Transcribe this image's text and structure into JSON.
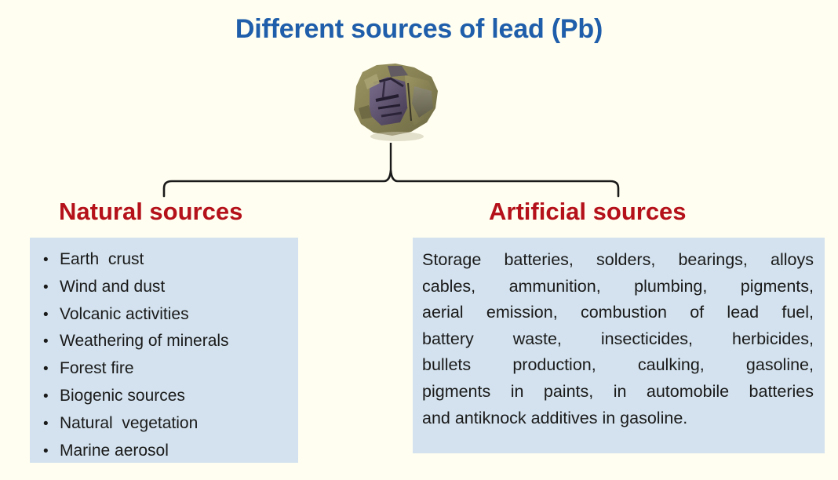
{
  "slide": {
    "background_color": "#FFFEF0",
    "title": "Different sources of lead (Pb)",
    "title_color": "#1F5EAA"
  },
  "specimen": {
    "name": "galena-lead-ore-specimen",
    "alt": "Photograph of a galena (lead ore) mineral specimen"
  },
  "connector": {
    "name": "bracket-connector",
    "color": "#1A1A1A"
  },
  "branches": [
    {
      "id": "natural",
      "heading": "Natural sources",
      "heading_color": "#B4111A",
      "panel_color": "#D3E2EE",
      "type": "bullets",
      "items": [
        "Earth  crust",
        "Wind and dust",
        "Volcanic activities",
        "Weathering of minerals",
        "Forest fire",
        "Biogenic sources",
        "Natural  vegetation",
        "Marine aerosol"
      ]
    },
    {
      "id": "artificial",
      "heading": "Artificial sources",
      "heading_color": "#B4111A",
      "panel_color": "#D3E2EE",
      "type": "paragraph",
      "text": "Storage batteries, solders, bearings, alloys cables, ammunition, plumbing, pigments, aerial emission, combustion of lead fuel, battery waste, insecticides, herbicides, bullets production, caulking, gasoline, pigments in paints, in automobile batteries and antiknock additives in gasoline.",
      "lines": [
        "Storage batteries, solders, bearings, alloys",
        "cables, ammunition, plumbing, pigments,",
        "aerial emission, combustion of lead fuel,",
        "battery waste, insecticides, herbicides,",
        "bullets production, caulking, gasoline,",
        "pigments in paints, in automobile batteries",
        "and antiknock additives in gasoline."
      ]
    }
  ],
  "bullet_glyph": "•"
}
